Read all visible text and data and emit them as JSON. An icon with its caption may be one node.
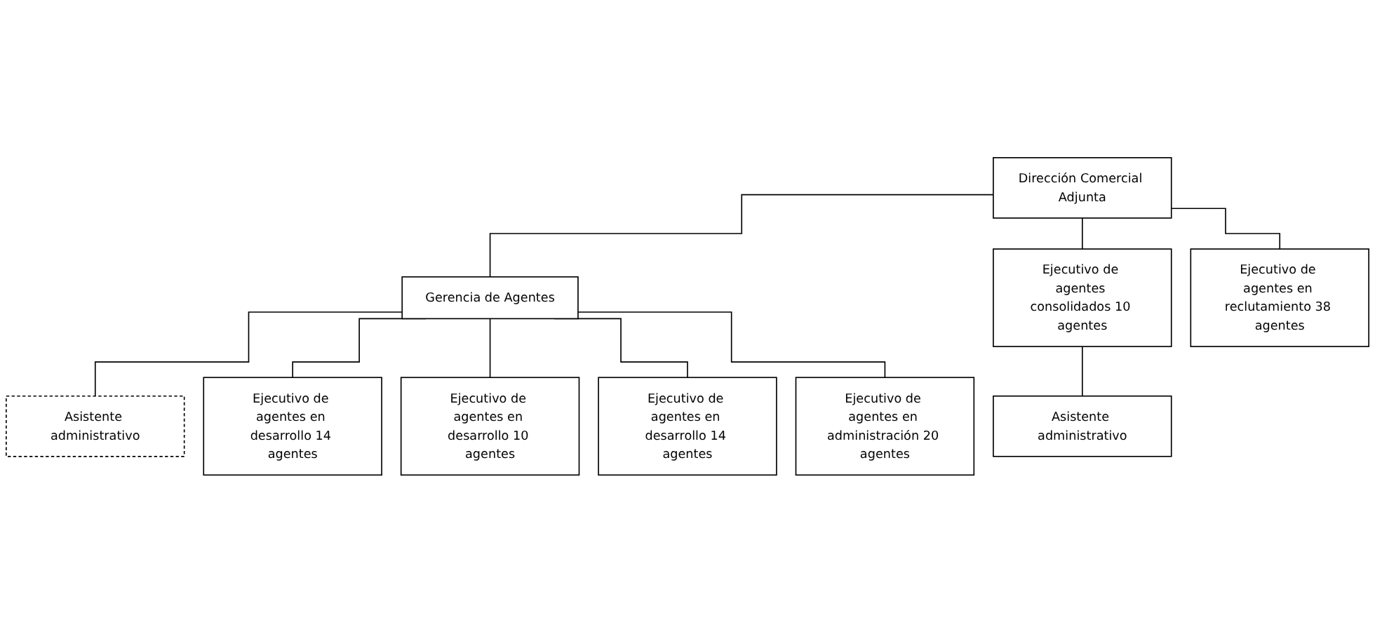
{
  "diagram": {
    "nodes": [
      {
        "text": [
          "Dirección Comercial Adjunta"
        ]
      },
      {
        "text": [
          "Gerencia de Agentes"
        ]
      },
      {
        "text": [
          "Ejecutivo de agentes consolidados 10 agentes"
        ]
      },
      {
        "text": [
          "Asistente administrativo"
        ]
      },
      {
        "text": [
          "Asistente administrativo"
        ]
      },
      {
        "text": [
          "Ejecutivo de agentes en desarrollo 14 agentes"
        ]
      },
      {
        "text": [
          "Ejecutivo de agentes en desarrollo 10 agentes"
        ]
      },
      {
        "text": [
          "Ejecutivo de agentes en desarrollo 14 agentes"
        ]
      },
      {
        "text": [
          "Ejecutivo de agentes en administración 20 agentes"
        ]
      },
      {
        "text": [
          "Ejecutivo de agentes en reclutamiento 38 agentes"
        ]
      }
    ],
    "edges": [
      {
        "from": 0,
        "to": 1,
        "arrow": "none"
      },
      {
        "from": 0,
        "to": 2,
        "arrow": "none"
      },
      {
        "from": 0,
        "to": 9,
        "arrow": "none"
      },
      {
        "from": 1,
        "to": 3,
        "arrow": "none"
      },
      {
        "from": 2,
        "to": 4,
        "arrow": "none"
      },
      {
        "from": 1,
        "to": 5,
        "arrow": "none"
      },
      {
        "from": 1,
        "to": 6,
        "arrow": "none"
      },
      {
        "from": 1,
        "to": 7,
        "arrow": "none"
      },
      {
        "from": 1,
        "to": 8,
        "arrow": "none"
      }
    ]
  }
}
